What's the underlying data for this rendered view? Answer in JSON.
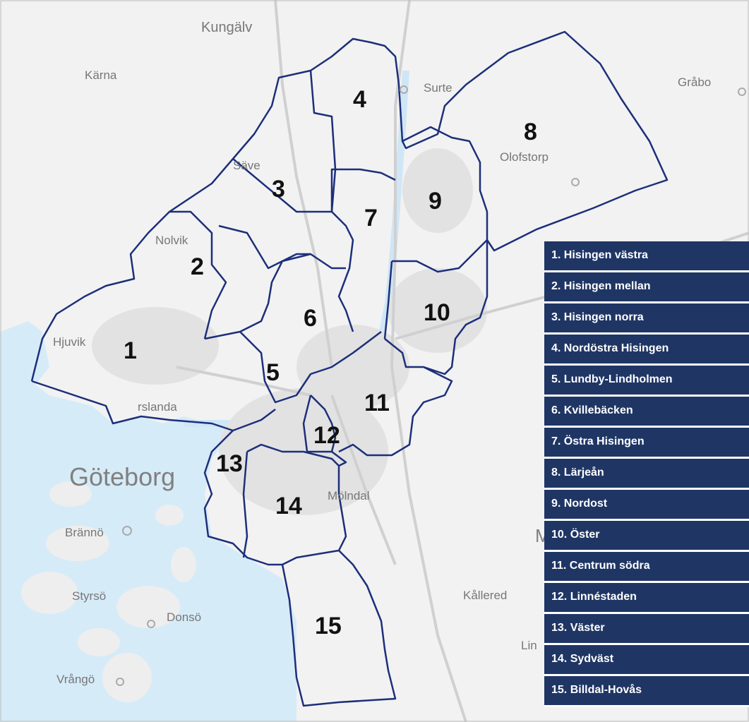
{
  "place_labels": {
    "kungalv": "Kungälv",
    "karna": "Kärna",
    "surte": "Surte",
    "grabo": "Gråbo",
    "save": "Säve",
    "olofstorp": "Olofstorp",
    "nolvik": "Nolvik",
    "hjuvik": "Hjuvik",
    "gothenburg": "Göteborg",
    "molndal": "Mölndal",
    "branno": "Brännö",
    "styrso": "Styrsö",
    "donso": "Donsö",
    "vrango": "Vrångö",
    "kallered": "Kållered",
    "lin": "Lin",
    "m": "M",
    "torslanda": "rslanda"
  },
  "districts": [
    {
      "number": "1",
      "name": "1. Hisingen västra"
    },
    {
      "number": "2",
      "name": "2. Hisingen mellan"
    },
    {
      "number": "3",
      "name": "3. Hisingen norra"
    },
    {
      "number": "4",
      "name": "4. Nordöstra Hisingen"
    },
    {
      "number": "5",
      "name": "5. Lundby-Lindholmen"
    },
    {
      "number": "6",
      "name": "6. Kvillebäcken"
    },
    {
      "number": "7",
      "name": "7. Östra Hisingen"
    },
    {
      "number": "8",
      "name": "8. Lärjeån"
    },
    {
      "number": "9",
      "name": "9. Nordost"
    },
    {
      "number": "10",
      "name": "10. Öster"
    },
    {
      "number": "11",
      "name": "11. Centrum södra"
    },
    {
      "number": "12",
      "name": "12. Linnéstaden"
    },
    {
      "number": "13",
      "name": "13. Väster"
    },
    {
      "number": "14",
      "name": "14. Sydväst"
    },
    {
      "number": "15",
      "name": "15. Billdal-Hovås"
    }
  ],
  "colors": {
    "water": "#d4e9f7",
    "land": "#f3f3f3",
    "boundary": "#1c2f7a",
    "legend_bg": "#1f3665"
  }
}
